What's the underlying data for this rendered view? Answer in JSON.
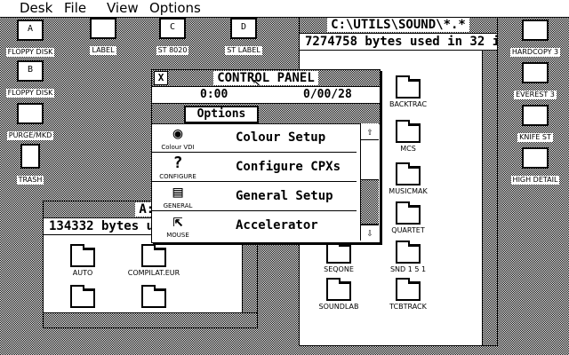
{
  "menubar": {
    "items": [
      "Desk",
      "File",
      "View",
      "Options"
    ]
  },
  "desktop": {
    "left_icons": [
      {
        "label": "FLOPPY DISK",
        "glyph": "A"
      },
      {
        "label": "FLOPPY DISK",
        "glyph": "B"
      },
      {
        "label": "PURGE/MKD",
        "glyph": ""
      },
      {
        "label": "TRASH",
        "glyph": ""
      }
    ],
    "top_icons": [
      {
        "label": "LABEL",
        "glyph": ""
      },
      {
        "label": "ST 8020",
        "glyph": "C"
      },
      {
        "label": "ST LABEL",
        "glyph": "D"
      }
    ],
    "right_icons": [
      {
        "label": "HARDCOPY 3",
        "glyph": ""
      },
      {
        "label": "EVEREST 3",
        "glyph": ""
      },
      {
        "label": "KNIFE ST",
        "glyph": ""
      },
      {
        "label": "HIGH DETAIL",
        "glyph": ""
      }
    ]
  },
  "sound_window": {
    "title": "C:\\UTILS\\SOUND\\*.*",
    "info": "7274758 bytes used in 32 i",
    "items": [
      "BACKTRAC",
      "MCS",
      "MUSICMAK",
      "QUARTET",
      "SND 1 5 1",
      "SEQONE",
      "SOUNDLAB",
      "TCBTRACK"
    ]
  },
  "a_window": {
    "title": "A:\\",
    "info": "134332 bytes u",
    "items": [
      "AUTO",
      "COMPILAT.EUR",
      "",
      ""
    ]
  },
  "control_panel": {
    "close_glyph": "X",
    "title": "CONTROL PANEL",
    "time": "0:00",
    "date": "0/00/28",
    "options_label": "Options",
    "scroll_up": "⇧",
    "scroll_down": "⇩",
    "cpxs": [
      {
        "name": "Colour Setup",
        "caption": "Colour VDI",
        "icon": "palette-icon"
      },
      {
        "name": "Configure CPXs",
        "caption": "CONFIGURE",
        "icon": "question-icon"
      },
      {
        "name": "General Setup",
        "caption": "GENERAL",
        "icon": "computer-icon"
      },
      {
        "name": "Accelerator",
        "caption": "MOUSE",
        "icon": "mouse-icon"
      }
    ]
  },
  "pointer": {
    "glyph": "↖"
  }
}
